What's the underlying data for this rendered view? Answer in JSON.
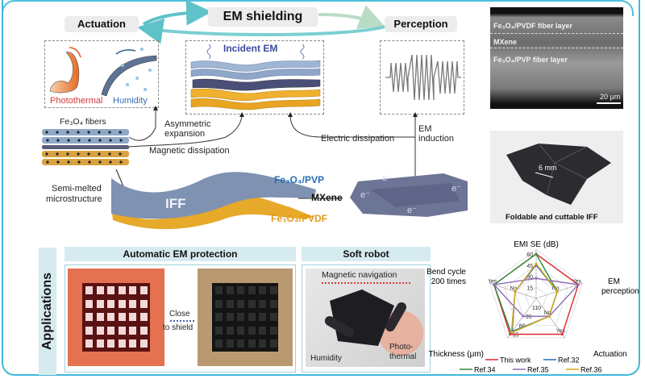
{
  "figure": {
    "concepts": {
      "actuation": "Actuation",
      "em_shielding": "EM shielding",
      "perception": "Perception"
    },
    "actuation_panel": {
      "photothermal": "Photothermal",
      "humidity": "Humidity"
    },
    "shielding_panel": {
      "incident": "Incident EM"
    },
    "mechanisms": {
      "fibers": "Fe₃O₄ fibers",
      "asymmetric": [
        "Asymmetric",
        "expansion"
      ],
      "magnetic": "Magnetic dissipation",
      "electric": "Electric dissipation",
      "induction": [
        "EM",
        "induction"
      ],
      "semi_melted": [
        "Semi-melted",
        "microstructure"
      ],
      "iff": "IFF",
      "layer_pvp": "Fe₃O₄/PVP",
      "layer_mxene": "MXene",
      "layer_pvdf": "Fe₃O₄/PVDF",
      "electron": "e⁻"
    },
    "sem_image": {
      "layer1": "Fe₃O₄/PVDF fiber layer",
      "layer2": "MXene",
      "layer3": "Fe₃O₄/PVP fiber layer",
      "scale": "20 μm"
    },
    "foldable_image": {
      "caption": "Foldable and cuttable IFF",
      "dimension": "6 mm"
    },
    "applications": {
      "title": "Applications",
      "em_protection": {
        "title": "Automatic EM protection",
        "arrow_label": [
          "Close",
          "to shield"
        ]
      },
      "soft_robot": {
        "title": "Soft robot",
        "navigation": "Magnetic navigation",
        "humidity": "Humidity",
        "photothermal": [
          "Photo-",
          "thermal"
        ]
      }
    }
  },
  "chart_data": {
    "type": "radar",
    "title": "",
    "axes": [
      {
        "name": "EMI SE (dB)",
        "ticks": [
          "15",
          "30",
          "45",
          "60"
        ],
        "range": [
          0,
          60
        ]
      },
      {
        "name": "EM perception",
        "ticks": [
          "No",
          "Yes"
        ],
        "range": [
          "No",
          "Yes"
        ]
      },
      {
        "name": "Actuation",
        "ticks": [
          "No",
          "Yes"
        ],
        "range": [
          "No",
          "Yes"
        ]
      },
      {
        "name": "Thickness (μm)",
        "ticks": [
          "110",
          "95",
          "80",
          "65"
        ],
        "range": [
          110,
          65
        ]
      },
      {
        "name": "Bend cycle 200 times",
        "ticks": [
          "No",
          "Yes"
        ],
        "range": [
          "No",
          "Yes"
        ]
      }
    ],
    "series": [
      {
        "name": "This work",
        "color": "#e0262e",
        "values": [
          60,
          "Yes",
          "Yes",
          65,
          "Yes"
        ],
        "norm": [
          1.0,
          1.0,
          1.0,
          1.0,
          1.0
        ]
      },
      {
        "name": "Ref.32",
        "color": "#2a6db5",
        "values": [
          45,
          "No",
          "No",
          70,
          "No"
        ],
        "norm": [
          0.75,
          0.5,
          0.5,
          0.92,
          0.5
        ]
      },
      {
        "name": "Ref.34",
        "color": "#2e8b3a",
        "values": [
          60,
          "No",
          "No",
          67,
          "Yes"
        ],
        "norm": [
          1.0,
          0.5,
          0.5,
          0.96,
          1.0
        ]
      },
      {
        "name": "Ref.35",
        "color": "#8c6fb5",
        "values": [
          28,
          "Yes",
          "No",
          95,
          "Yes"
        ],
        "norm": [
          0.45,
          1.0,
          0.5,
          0.5,
          1.0
        ]
      },
      {
        "name": "Ref.36",
        "color": "#d9a514",
        "values": [
          47,
          "No",
          "No",
          68,
          "No"
        ],
        "norm": [
          0.78,
          0.5,
          0.5,
          0.95,
          0.5
        ]
      }
    ],
    "legend": "bottom",
    "grid": true
  }
}
